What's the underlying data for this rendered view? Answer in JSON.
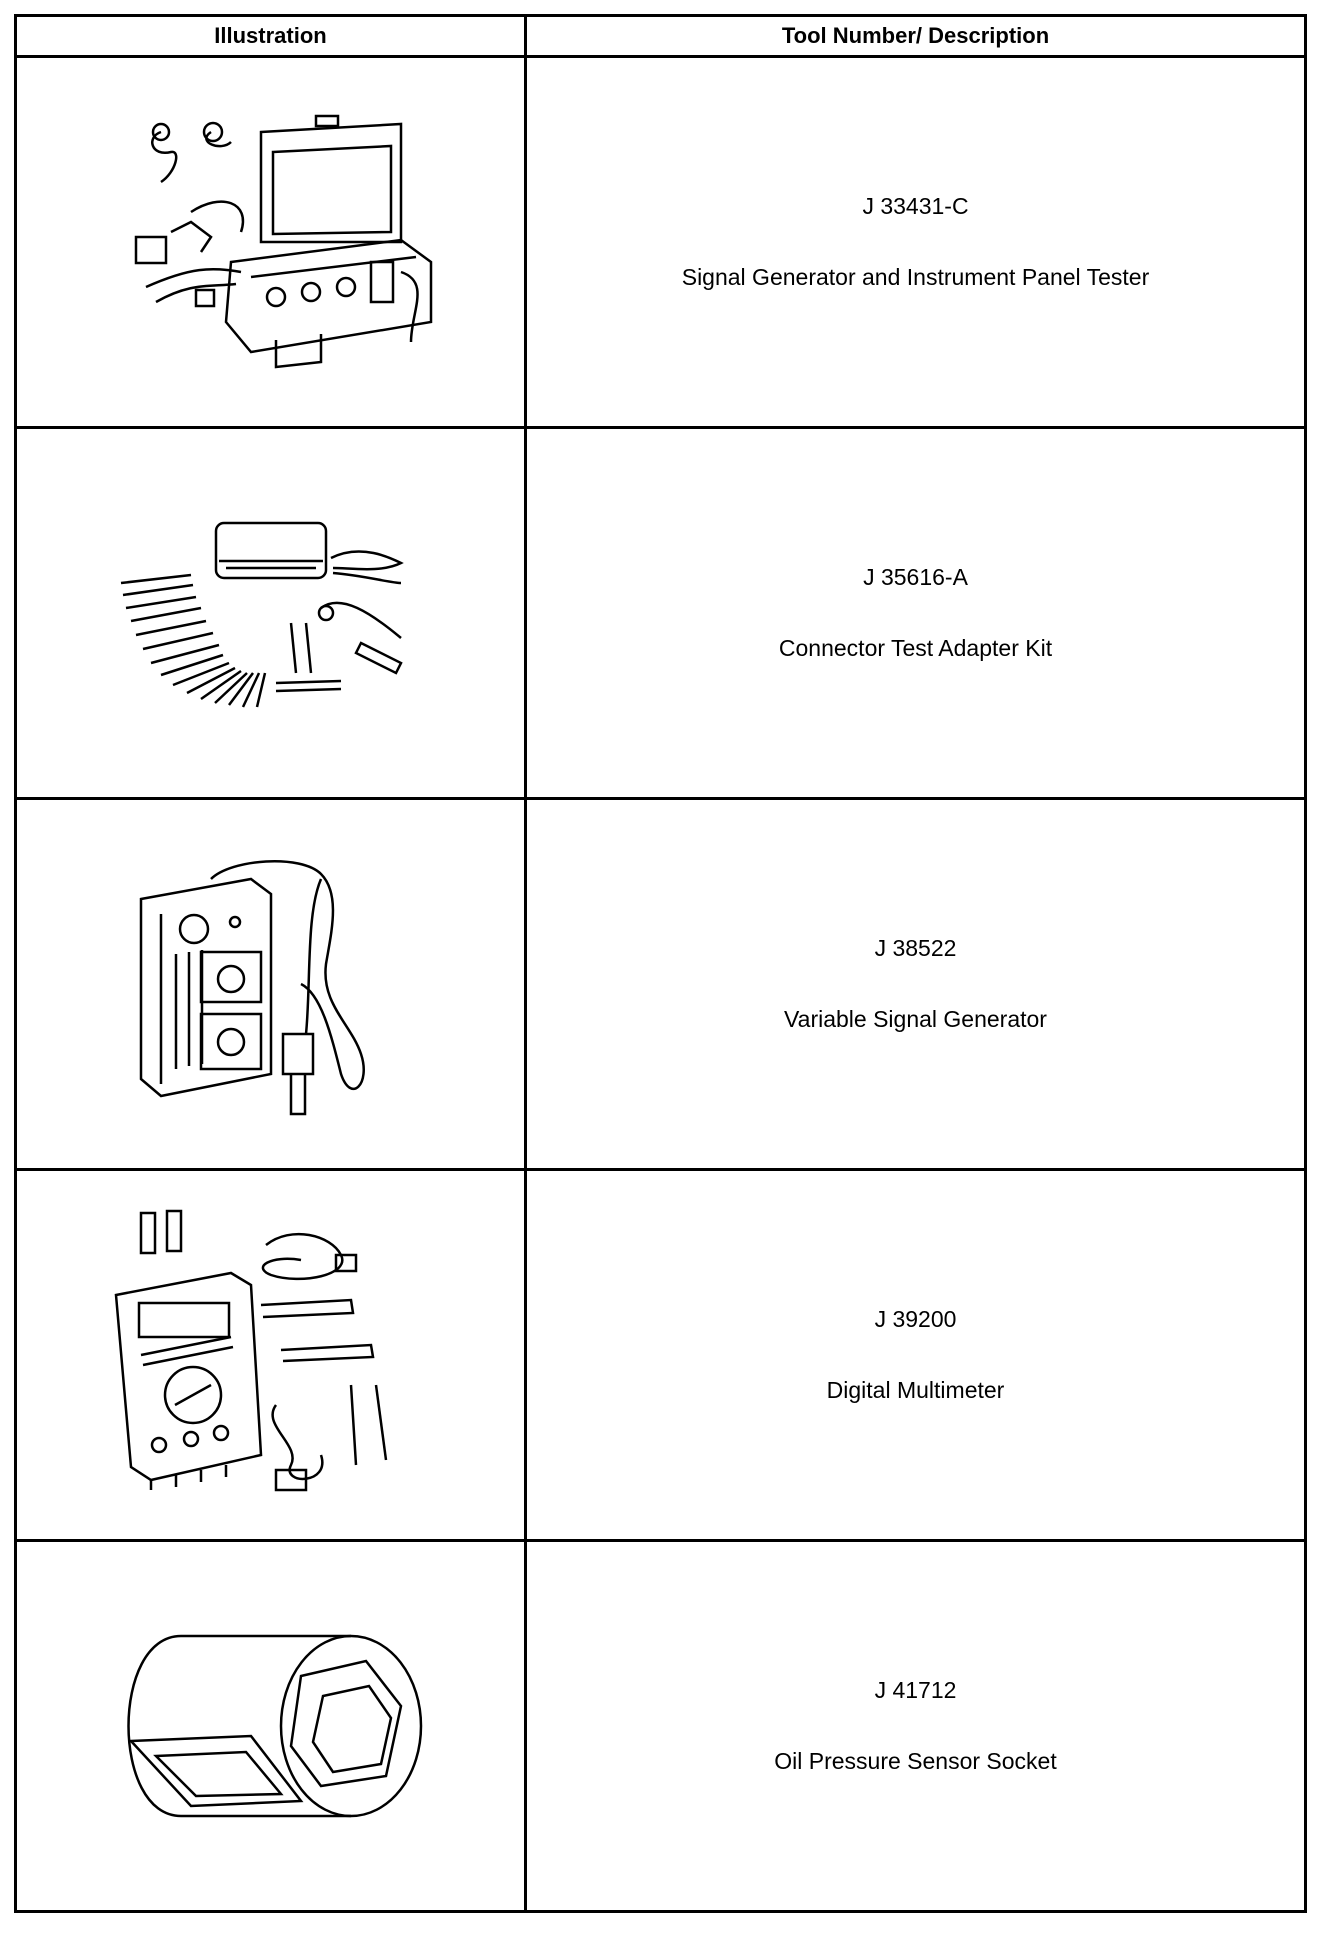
{
  "table": {
    "headers": {
      "illustration": "Illustration",
      "description": "Tool Number/ Description"
    },
    "rows": [
      {
        "number": "J 33431-C",
        "name": "Signal Generator and Instrument Panel Tester",
        "icon": "signal-generator-case-icon"
      },
      {
        "number": "J 35616-A",
        "name": "Connector Test Adapter Kit",
        "icon": "connector-adapter-kit-icon"
      },
      {
        "number": "J 38522",
        "name": "Variable Signal Generator",
        "icon": "variable-signal-generator-icon"
      },
      {
        "number": "J 39200",
        "name": "Digital Multimeter",
        "icon": "digital-multimeter-icon"
      },
      {
        "number": "J 41712",
        "name": "Oil Pressure Sensor Socket",
        "icon": "oil-pressure-socket-icon"
      }
    ]
  }
}
